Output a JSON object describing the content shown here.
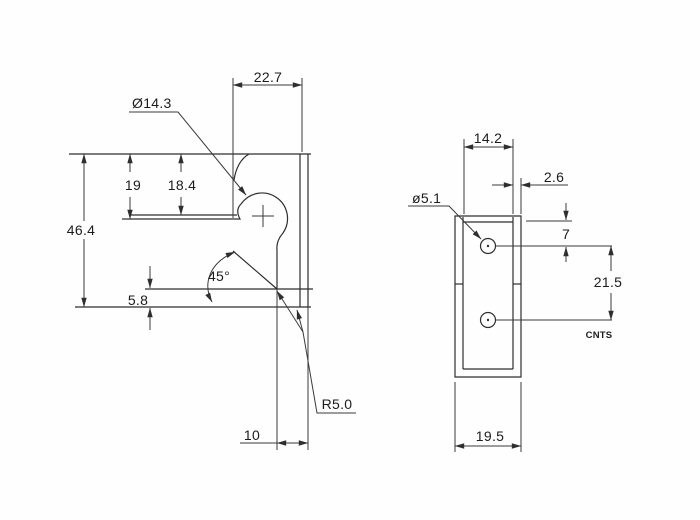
{
  "drawing": {
    "type": "2-view mechanical part drawing",
    "colors": {
      "background": "#fefefe",
      "line": "#2e2e2e",
      "text": "#1c1c1c"
    },
    "profile_view": {
      "dims": {
        "top_width": "22.7",
        "hole_dia": "Ø14.3",
        "overall_height": "46.4",
        "slot_depth_left": "19",
        "slot_depth_right": "18.4",
        "bend_angle": "45°",
        "bottom_offset": "5.8",
        "bend_radius": "R5.0",
        "bottom_width": "10"
      }
    },
    "front_view": {
      "dims": {
        "inner_width": "14.2",
        "wall_thickness": "2.6",
        "hole_dia": "ø5.1",
        "hole_top_offset": "7",
        "hole_spacing": "21.5",
        "note": "CNTS",
        "outer_width": "19.5"
      }
    }
  }
}
